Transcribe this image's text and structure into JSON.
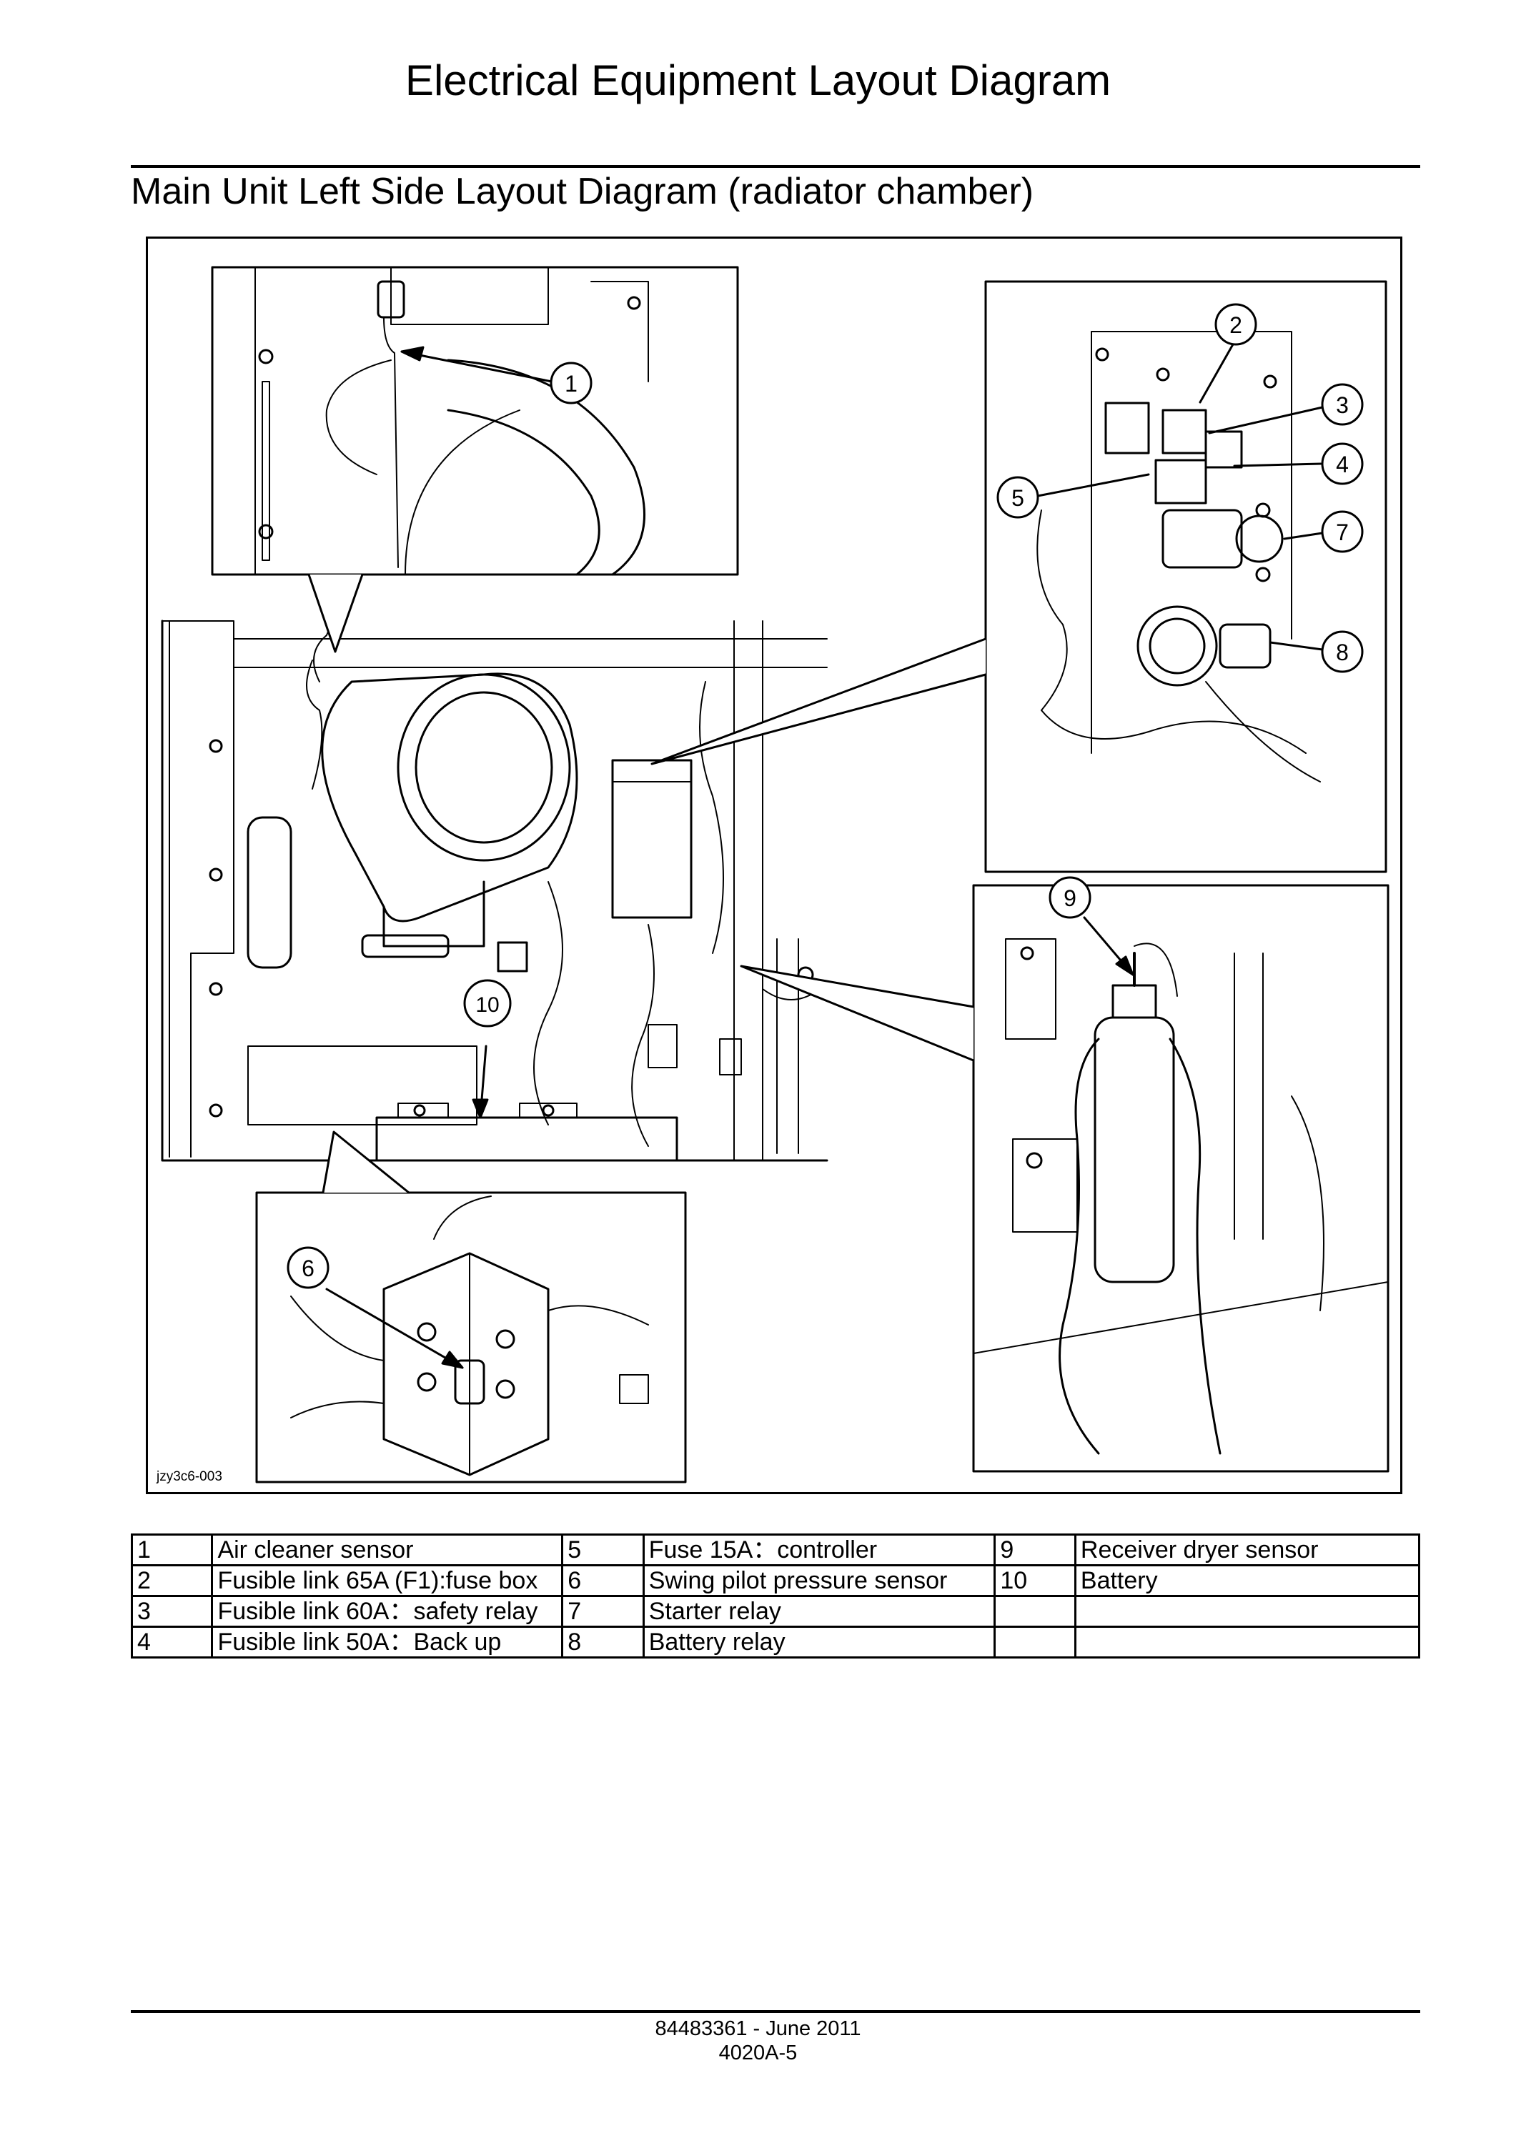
{
  "page": {
    "title": "Electrical Equipment Layout Diagram",
    "subtitle": "Main Unit Left Side Layout Diagram (radiator chamber)",
    "figure_code": "jzy3c6-003"
  },
  "callouts": [
    "1",
    "2",
    "3",
    "4",
    "5",
    "6",
    "7",
    "8",
    "9",
    "10"
  ],
  "legend": {
    "rows": [
      [
        {
          "num": "1",
          "desc": "Air cleaner sensor"
        },
        {
          "num": "5",
          "desc": "Fuse 15A：controller"
        },
        {
          "num": "9",
          "desc": "Receiver dryer sensor"
        }
      ],
      [
        {
          "num": "2",
          "desc": "Fusible link 65A (F1):fuse box"
        },
        {
          "num": "6",
          "desc": "Swing pilot pressure sensor"
        },
        {
          "num": "10",
          "desc": "Battery"
        }
      ],
      [
        {
          "num": "3",
          "desc": "Fusible link 60A：safety relay"
        },
        {
          "num": "7",
          "desc": "Starter relay"
        },
        {
          "num": "",
          "desc": ""
        }
      ],
      [
        {
          "num": "4",
          "desc": "Fusible link 50A：Back up"
        },
        {
          "num": "8",
          "desc": "Battery relay"
        },
        {
          "num": "",
          "desc": ""
        }
      ]
    ]
  },
  "footer": {
    "doc_ref": "84483361 - June 2011",
    "page_number": "4020A-5"
  }
}
